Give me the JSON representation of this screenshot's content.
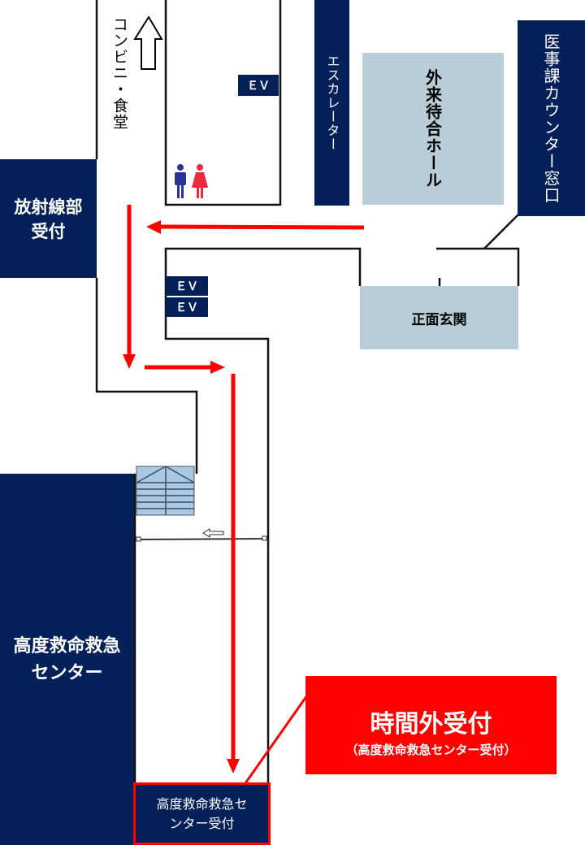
{
  "labels": {
    "convenience": "コンビニ・食堂",
    "ev": "ＥＶ",
    "escalator": "エスカレーター",
    "waiting_hall": "外来待合ホール",
    "medical_counter": "医事課カウンター窓口",
    "radiology": "放射線部受付",
    "main_entrance": "正面玄関",
    "emergency_center": "高度救命救急センター",
    "emergency_reception": "高度救命救急センター受付",
    "after_hours_title": "時間外受付",
    "after_hours_sub": "（高度救命救急センター受付）"
  },
  "colors": {
    "navy": "#032158",
    "light": "#b9cdd8",
    "route": "#ff0000"
  }
}
